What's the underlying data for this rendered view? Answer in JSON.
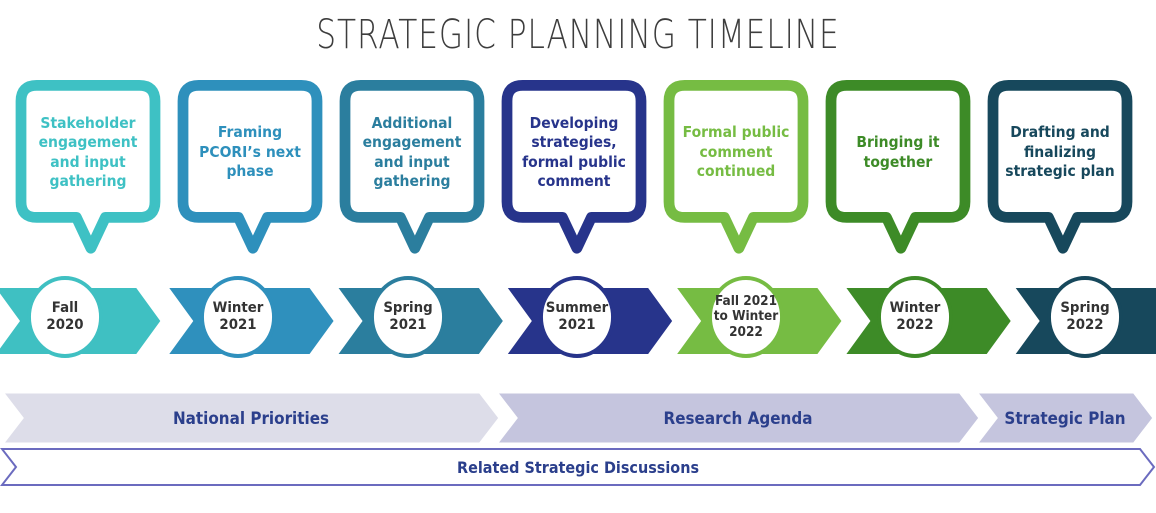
{
  "title": "STRATEGIC PLANNING TIMELINE",
  "colors": {
    "title_text": "#3d3d3d",
    "band_light": "#dddde9",
    "band_medium": "#c5c5de",
    "band_label_text": "#2b3f8c",
    "related_outline": "#6b6bbf",
    "circle_text": "#333333",
    "white": "#ffffff"
  },
  "callouts": [
    {
      "label": "Stakeholder engagement and input gathering",
      "lines": [
        "Stakeholder",
        "engagement",
        "and input",
        "gathering"
      ],
      "color": "#3ec1c4"
    },
    {
      "label": "Framing PCORI’s next phase",
      "lines": [
        "Framing",
        "PCORI’s next",
        "phase"
      ],
      "color": "#2e90bc"
    },
    {
      "label": "Additional engagement and input gathering",
      "lines": [
        "Additional",
        "engagement",
        "and input",
        "gathering"
      ],
      "color": "#2b7e9e"
    },
    {
      "label": "Developing strategies, formal public comment",
      "lines": [
        "Developing",
        "strategies,",
        "formal public",
        "comment"
      ],
      "color": "#27348b"
    },
    {
      "label": "Formal public comment continued",
      "lines": [
        "Formal public",
        "comment",
        "continued"
      ],
      "color": "#76bc43"
    },
    {
      "label": "Bringing it together",
      "lines": [
        "Bringing it",
        "together"
      ],
      "color": "#3d8b27"
    },
    {
      "label": "Drafting and finalizing strategic plan",
      "lines": [
        "Drafting and",
        "finalizing",
        "strategic plan"
      ],
      "color": "#17485c"
    }
  ],
  "timeline": [
    {
      "label": "Fall 2020",
      "lines": [
        "Fall",
        "2020"
      ],
      "color": "#3fc0c2"
    },
    {
      "label": "Winter 2021",
      "lines": [
        "Winter",
        "2021"
      ],
      "color": "#2f90bd"
    },
    {
      "label": "Spring 2021",
      "lines": [
        "Spring",
        "2021"
      ],
      "color": "#2b7e9e"
    },
    {
      "label": "Summer 2021",
      "lines": [
        "Summer",
        "2021"
      ],
      "color": "#27348b"
    },
    {
      "label": "Fall 2021 to Winter 2022",
      "lines": [
        "Fall 2021",
        "to Winter",
        "2022"
      ],
      "color": "#76bc43"
    },
    {
      "label": "Winter 2022",
      "lines": [
        "Winter",
        "2022"
      ],
      "color": "#3d8b27"
    },
    {
      "label": "Spring 2022",
      "lines": [
        "Spring",
        "2022"
      ],
      "color": "#17485c"
    }
  ],
  "categories": [
    {
      "label": "National Priorities",
      "fill": "#dddde9"
    },
    {
      "label": "Research Agenda",
      "fill": "#c5c5de"
    },
    {
      "label": "Strategic Plan",
      "fill": "#c5c5de"
    }
  ],
  "related": {
    "label": "Related Strategic Discussions"
  }
}
